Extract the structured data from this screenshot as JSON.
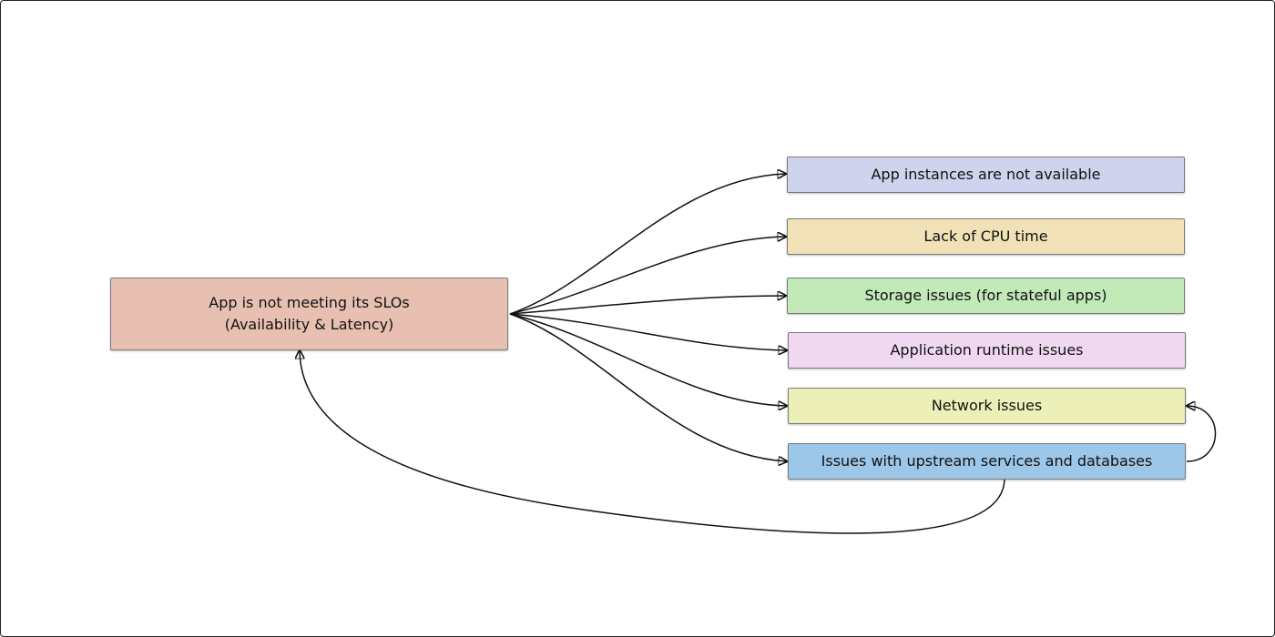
{
  "root": {
    "line1": "App is not meeting its SLOs",
    "line2": "(Availability & Latency)",
    "color": "#e8c0b2"
  },
  "causes": [
    {
      "label": "App instances are not available",
      "color": "#d0d3ee"
    },
    {
      "label": "Lack of CPU time",
      "color": "#f0e2b6"
    },
    {
      "label": "Storage issues (for stateful apps)",
      "color": "#c1eab8"
    },
    {
      "label": "Application runtime issues",
      "color": "#f0d8f0"
    },
    {
      "label": "Network issues",
      "color": "#edefb8"
    },
    {
      "label": "Issues with upstream services and databases",
      "color": "#9cc7e8"
    }
  ]
}
